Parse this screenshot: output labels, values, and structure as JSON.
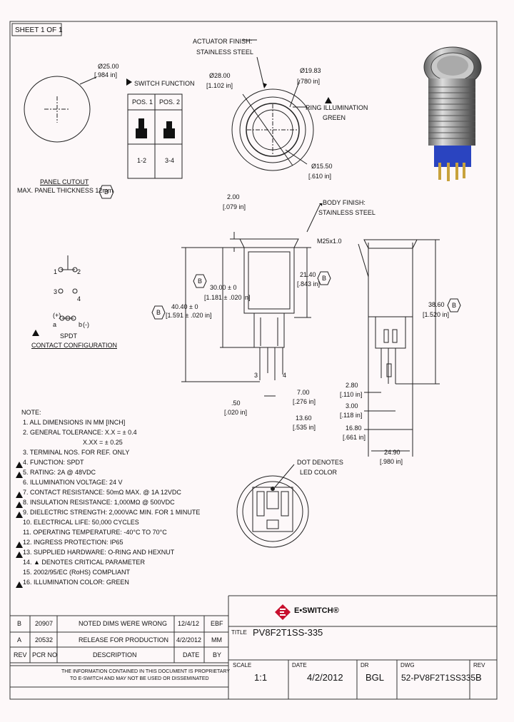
{
  "sheet_label": "SHEET 1 OF 1",
  "panel_cutout": {
    "dia_mm": "Ø25.00",
    "dia_in": "[.984 in]",
    "caption1": "PANEL CUTOUT",
    "caption2": "MAX. PANEL THICKNESS 12mm",
    "rev_flag": "B"
  },
  "switch_function": {
    "title": "SWITCH FUNCTION",
    "pos1": "POS. 1",
    "pos2": "POS. 2",
    "cell1": "1-2",
    "cell2": "3-4"
  },
  "front_view": {
    "actuator_finish_1": "ACTUATOR FINISH:",
    "actuator_finish_2": "STAINLESS STEEL",
    "dia28": "Ø28.00",
    "dia28_in": "[1.102 in]",
    "dia19": "Ø19.83",
    "dia19_in": "[.780 in]",
    "ring_1": "RING ILLUMINATION",
    "ring_2": "GREEN",
    "dia15": "Ø15.50",
    "dia15_in": "[.610 in]"
  },
  "side_view": {
    "body_finish_1": "BODY FINISH:",
    "body_finish_2": "STAINLESS STEEL",
    "d200": "2.00",
    "d200_in": "[.079 in]",
    "d3000": "30.00 ± 0",
    "d3000_in": "[1.181 ± .020 in]",
    "d4040": "40.40 ± 0",
    "d4040_in": "[1.591 ± .020 in]",
    "d2140": "21.40",
    "d2140_in": "[.843 in]",
    "d050": ".50",
    "d050_in": "[.020 in]",
    "d700": "7.00",
    "d700_in": "[.276 in]",
    "d1360": "13.60",
    "d1360_in": "[.535 in]",
    "flagB": "B",
    "pin3": "3",
    "pin4": "4"
  },
  "side_view_2": {
    "thread": "M25x1.0",
    "d3860": "38.60",
    "d3860_in": "[1.520 in]",
    "d280": "2.80",
    "d280_in": "[.110 in]",
    "d300": "3.00",
    "d300_in": "[.118 in]",
    "d1680": "16.80",
    "d1680_in": "[.661 in]",
    "d2490": "24.90",
    "d2490_in": "[.980 in]",
    "flagB": "B"
  },
  "contacts": {
    "p1": "1",
    "p2": "2",
    "p3": "3",
    "p4": "4",
    "pa": "a",
    "pb": "b",
    "plus": "(+)",
    "minus": "(-)",
    "type": "SPDT",
    "caption": "CONTACT CONFIGURATION"
  },
  "rear_view": {
    "dot_1": "DOT DENOTES",
    "dot_2": "LED COLOR"
  },
  "notes": {
    "title": "NOTE:",
    "items": [
      "1. ALL DIMENSIONS IN MM [INCH]",
      "2. GENERAL TOLERANCE: X.X = ± 0.4",
      "X.XX = ± 0.25",
      "3. TERMINAL NOS. FOR REF. ONLY",
      "4. FUNCTION: SPDT",
      "5. RATING: 2A @ 48VDC",
      "6. ILLUMINATION VOLTAGE: 24 V",
      "7. CONTACT RESISTANCE: 50mΩ MAX. @ 1A 12VDC",
      "8. INSULATION RESISTANCE: 1,000MΩ @ 500VDC",
      "9. DIELECTRIC STRENGTH: 2,000VAC MIN. FOR 1 MINUTE",
      "10. ELECTRICAL LIFE: 50,000 CYCLES",
      "11. OPERATING TEMPERATURE: -40°C TO 70°C",
      "12. INGRESS PROTECTION: IP65",
      "13. SUPPLIED HARDWARE: O-RING AND HEXNUT",
      "14. ▲ DENOTES CRITICAL PARAMETER",
      "15. 2002/95/EC (RoHS) COMPLIANT",
      "16. ILLUMINATION COLOR: GREEN"
    ]
  },
  "revisions": {
    "rows": [
      {
        "rev": "B",
        "pcr": "20907",
        "desc": "NOTED DIMS WERE WRONG",
        "date": "12/4/12",
        "by": "EBF"
      },
      {
        "rev": "A",
        "pcr": "20532",
        "desc": "RELEASE FOR PRODUCTION",
        "date": "4/2/2012",
        "by": "MM"
      }
    ],
    "headers": {
      "rev": "REV",
      "pcr": "PCR NO",
      "desc": "DESCRIPTION",
      "date": "DATE",
      "by": "BY"
    }
  },
  "confidential_1": "THE INFORMATION CONTAINED IN THIS DOCUMENT IS PROPRIETARY",
  "confidential_2": "TO E-SWITCH AND MAY NOT BE USED OR DISSEMINATED",
  "brand": "E•SWITCH®",
  "title_block": {
    "title_label": "TITLE",
    "title": "PV8F2T1SS-335",
    "scale_label": "SCALE",
    "scale": "1:1",
    "date_label": "DATE",
    "date": "4/2/2012",
    "dr_label": "DR",
    "dr": "BGL",
    "dwg_label": "DWG",
    "dwg": "52-PV8F2T1SS335",
    "rev_label": "REV",
    "rev": "B"
  }
}
